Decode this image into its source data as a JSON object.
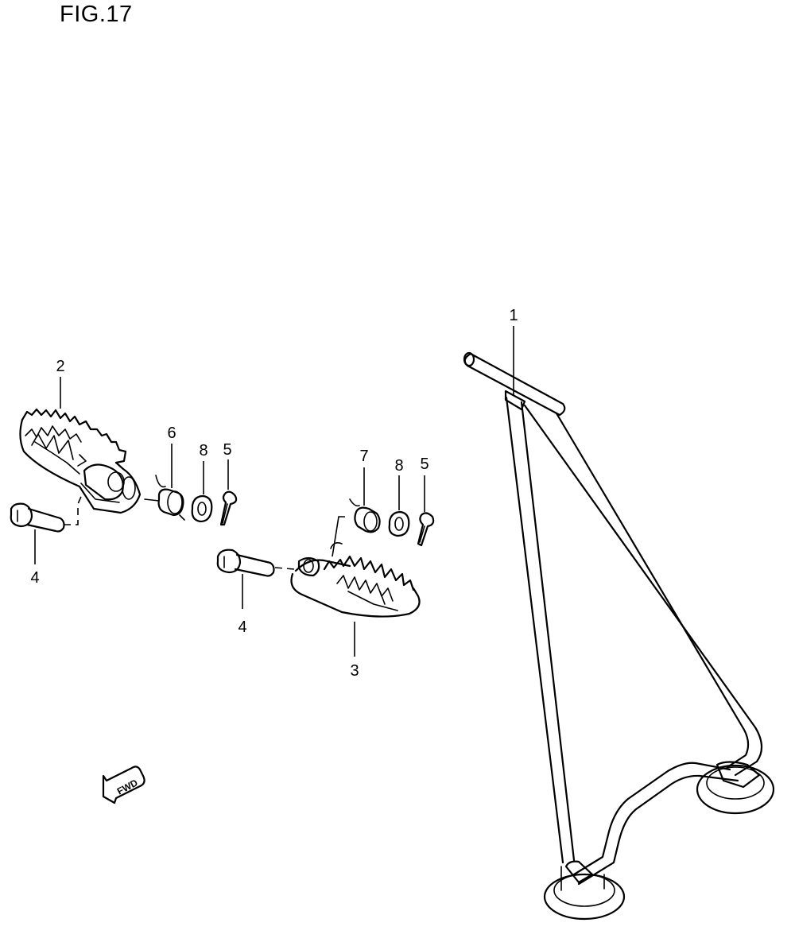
{
  "figure": {
    "title": "FIG.17"
  },
  "callouts": {
    "stand": "1",
    "footrest_left": "2",
    "footrest_right": "3",
    "pin_left": "4",
    "pin_right": "4",
    "cotter_left": "5",
    "cotter_right": "5",
    "spring_left": "6",
    "spring_right": "7",
    "washer_left": "8",
    "washer_right": "8"
  },
  "direction_indicator": {
    "label": "FWD",
    "icon": "arrow-left-down-icon"
  }
}
